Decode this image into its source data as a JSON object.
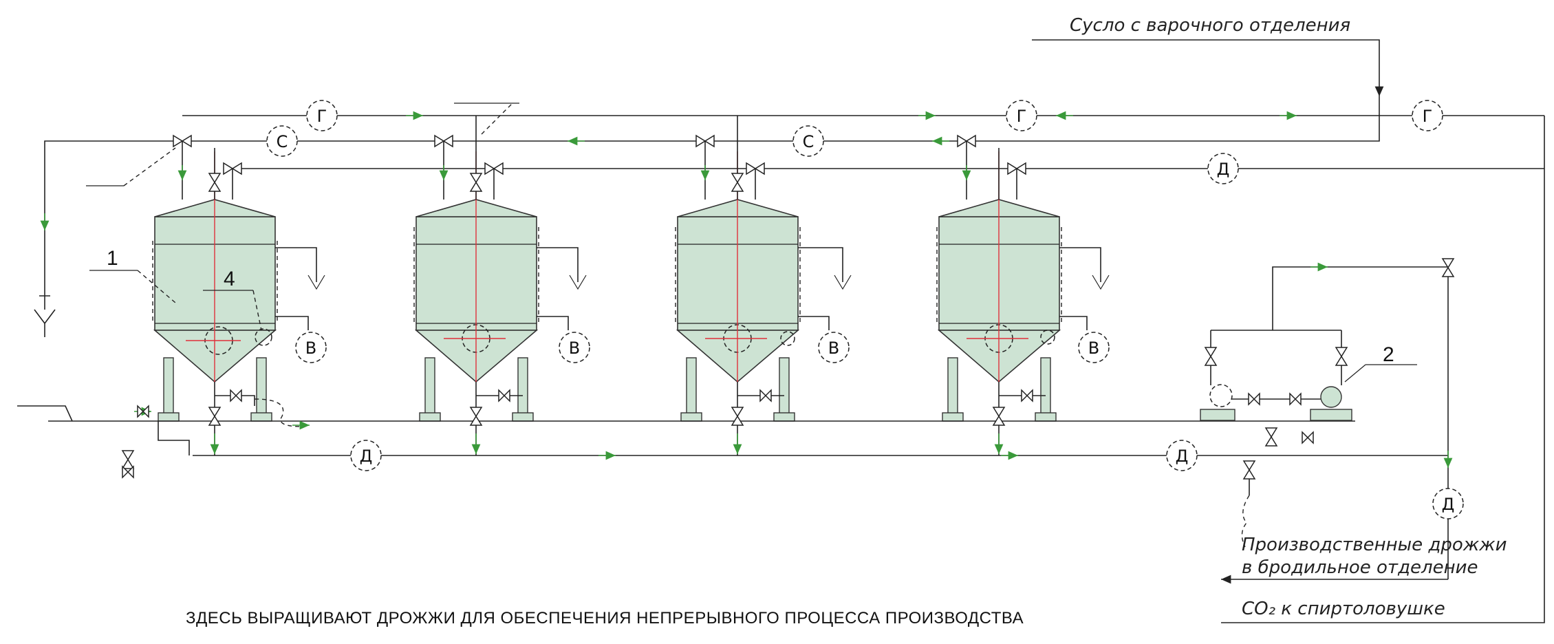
{
  "labels": {
    "wort_source": "Сусло с варочного отделения",
    "yeast_out_line1": "Производственные дрожжи",
    "yeast_out_line2": "в бродильное отделение",
    "co2_out": "CO₂ к спиртоловушке",
    "caption": "ЗДЕСЬ ВЫРАЩИВАЮТ ДРОЖЖИ ДЛЯ ОБЕСПЕЧЕНИЯ НЕПРЕРЫВНОГО ПРОЦЕССА ПРОИЗВОДСТВА"
  },
  "callouts": {
    "c1": "1",
    "c2": "2",
    "c4": "4"
  },
  "line_markers": {
    "g": "Г",
    "s": "С",
    "d": "Д",
    "v": "В"
  },
  "colors": {
    "tank_fill": "#cde3d3",
    "flow_arrow": "#3a9a3a",
    "axis_line": "#e0303a"
  }
}
